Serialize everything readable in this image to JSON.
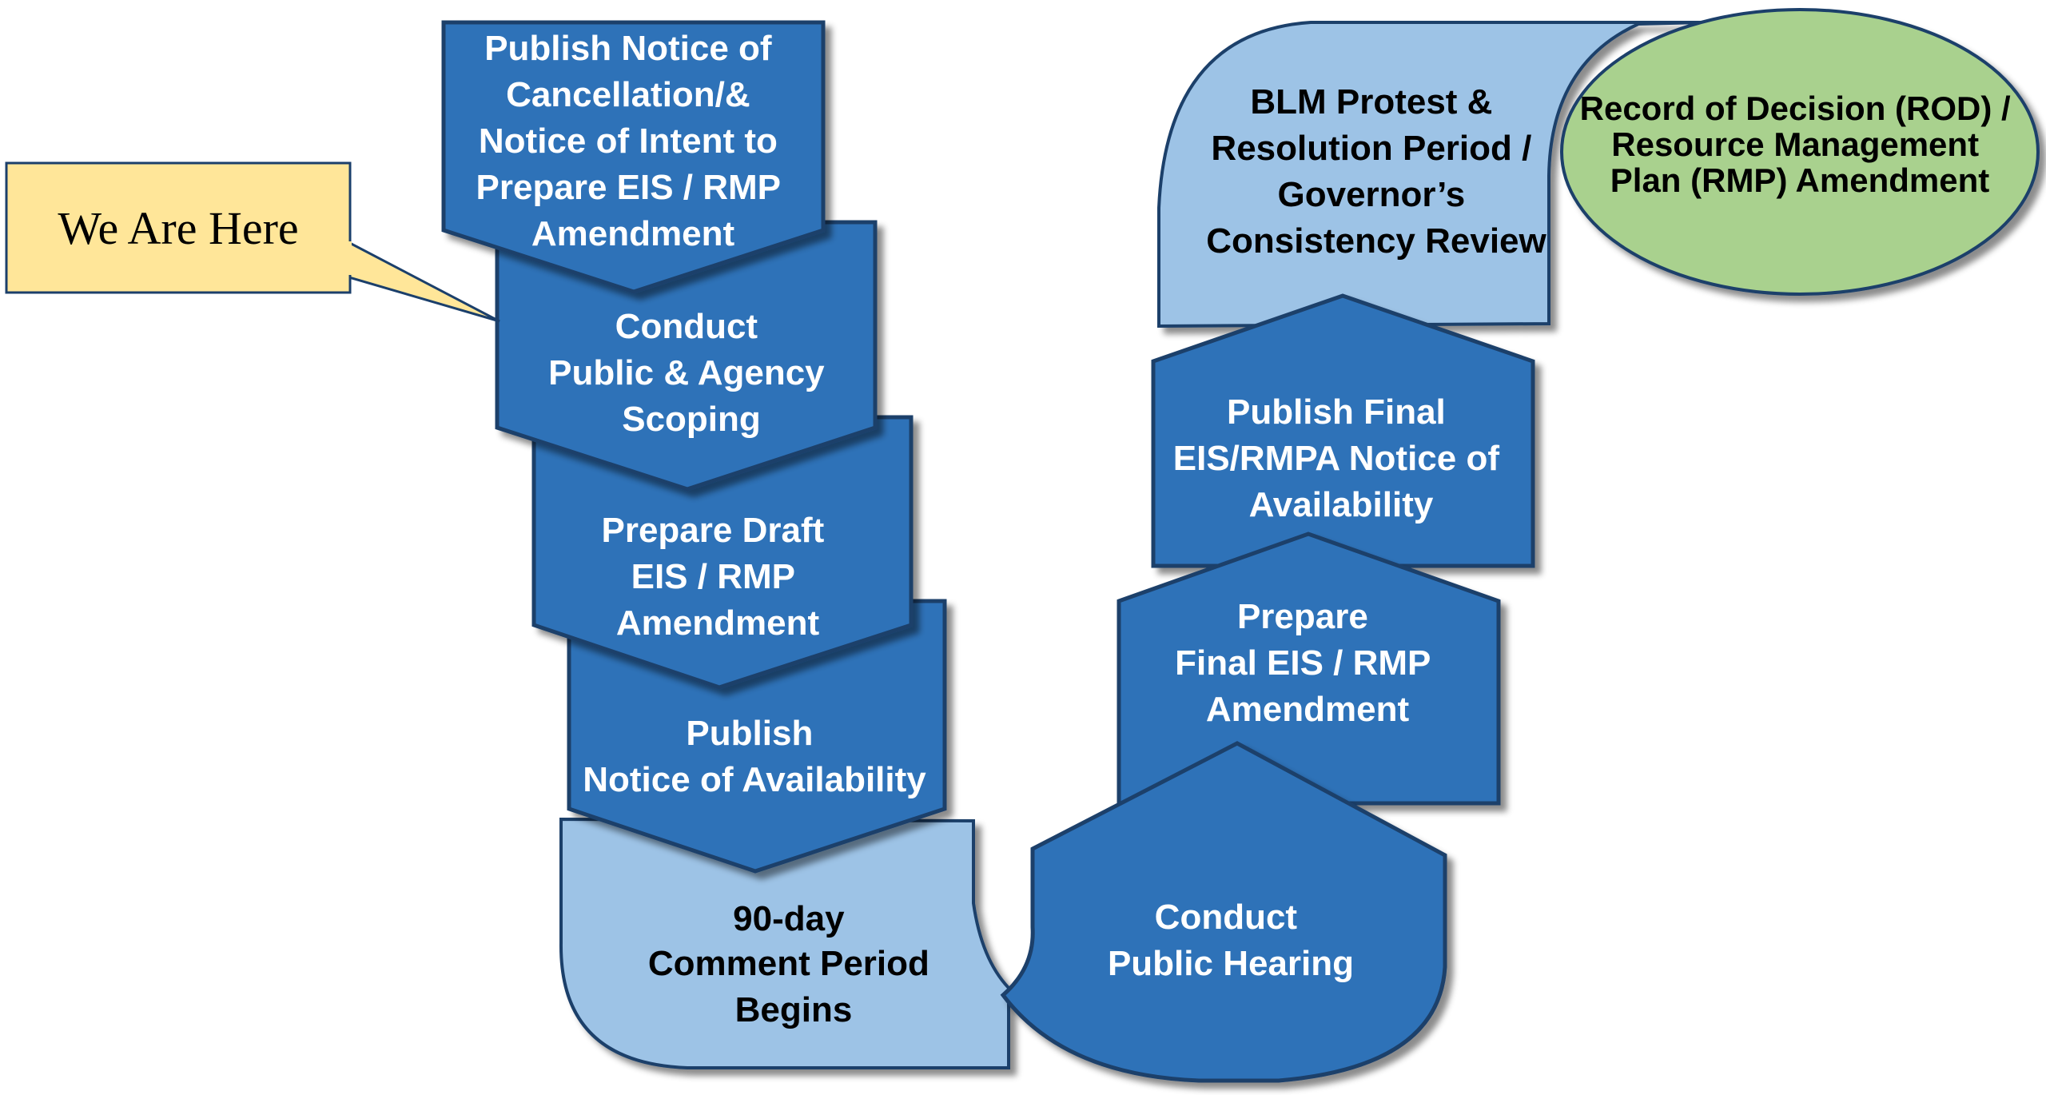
{
  "colors": {
    "step_dark": "#2E72B8",
    "step_light": "#9DC3E6",
    "step_green": "#A9D18E",
    "callout": "#FFE699",
    "outline": "#1B3F6B"
  },
  "callout": {
    "text": "We Are Here"
  },
  "steps": {
    "publish_notice": [
      "Publish Notice of",
      "Cancellation/&",
      "Notice of Intent to",
      "Prepare EIS / RMP",
      "Amendment"
    ],
    "conduct_scoping": [
      "Conduct",
      "Public & Agency",
      "Scoping"
    ],
    "prepare_draft": [
      "Prepare Draft",
      "EIS / RMP",
      "Amendment"
    ],
    "publish_noa": [
      "Publish",
      "Notice of Availability"
    ],
    "comment_period": [
      "90-day",
      "Comment Period",
      "Begins"
    ],
    "public_hearing": [
      "Conduct",
      "Public Hearing"
    ],
    "prepare_final": [
      "Prepare",
      "Final EIS / RMP",
      "Amendment"
    ],
    "publish_final": [
      "Publish Final",
      "EIS/RMPA Notice of",
      "Availability"
    ],
    "protest_period": [
      "BLM Protest &",
      "Resolution Period /",
      "Governor’s",
      "Consistency Review"
    ],
    "record_of_decision": [
      "Record of Decision (ROD) /",
      "Resource Management",
      "Plan (RMP) Amendment"
    ]
  }
}
